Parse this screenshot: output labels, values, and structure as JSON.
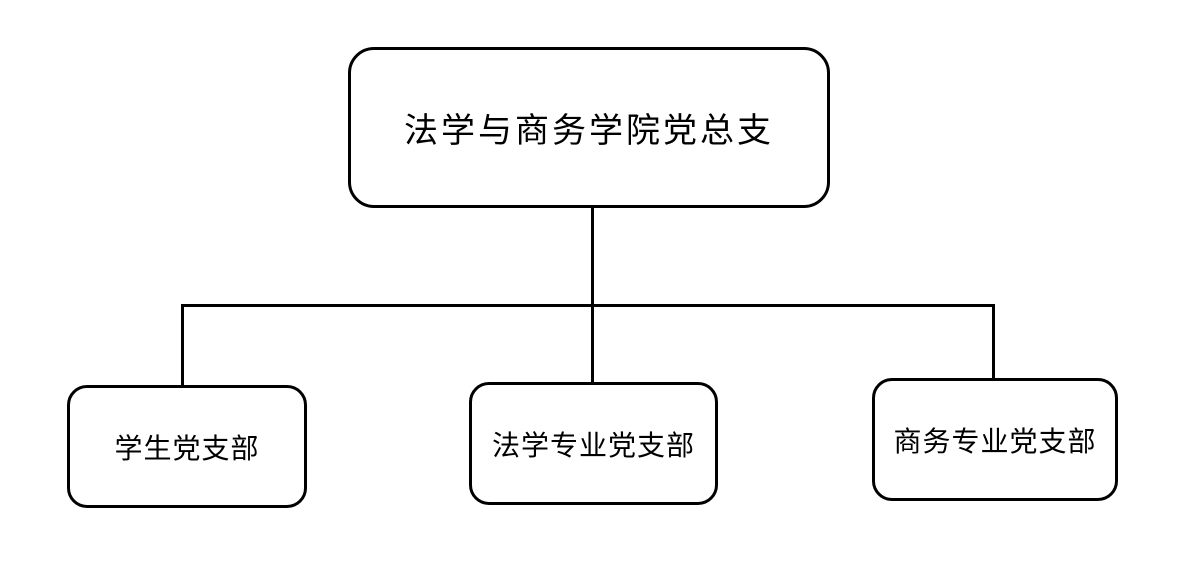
{
  "diagram": {
    "type": "org-chart",
    "background_color": "#ffffff",
    "line_color": "#000000",
    "node_border_color": "#000000",
    "node_fill_color": "#ffffff",
    "text_color": "#000000",
    "root": {
      "label": "法学与商务学院党总支"
    },
    "children": [
      {
        "label": "学生党支部"
      },
      {
        "label": "法学专业党支部"
      },
      {
        "label": "商务专业党支部"
      }
    ]
  }
}
